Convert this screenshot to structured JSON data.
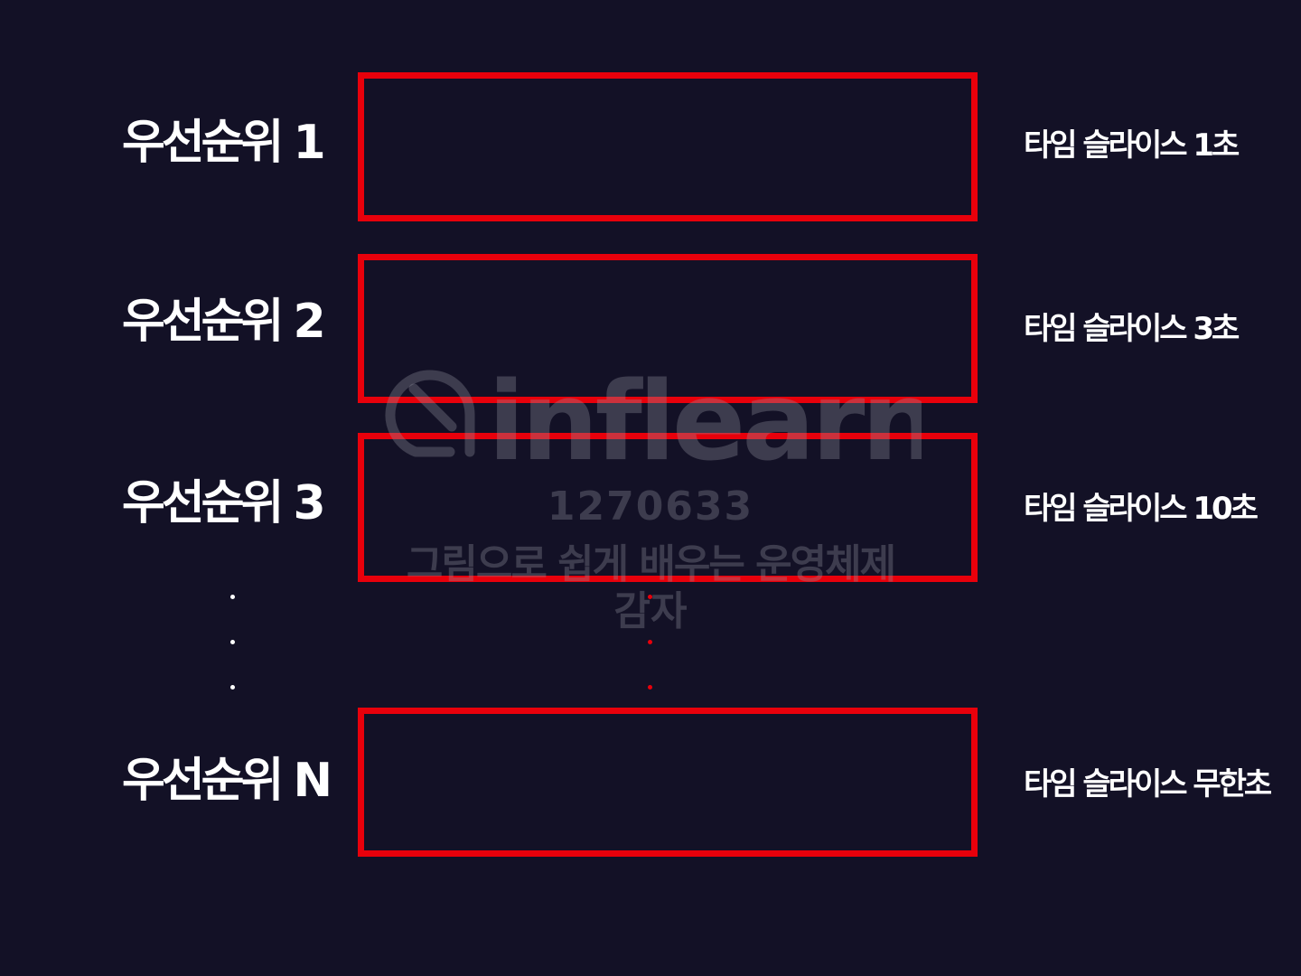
{
  "levels": [
    {
      "priority_label": "우선순위 1",
      "time_slice_label": "타임 슬라이스 1초"
    },
    {
      "priority_label": "우선순위 2",
      "time_slice_label": "타임 슬라이스 3초"
    },
    {
      "priority_label": "우선순위 3",
      "time_slice_label": "타임 슬라이스 10초"
    },
    {
      "priority_label": "우선순위 N",
      "time_slice_label": "타임 슬라이스 무한초"
    }
  ],
  "watermark": {
    "brand": "inflearn",
    "id": "1270633",
    "course": "그림으로 쉽게 배우는 운영체제",
    "user": "감자"
  },
  "colors": {
    "background": "#131126",
    "queue_border": "#e8000b",
    "text": "#ffffff"
  }
}
